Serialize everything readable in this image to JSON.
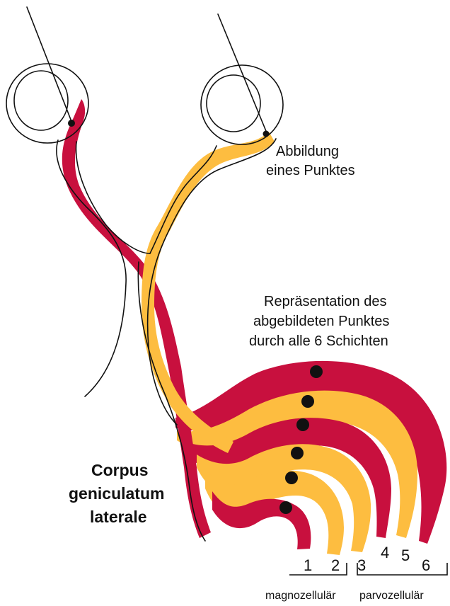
{
  "colors": {
    "red": "#c8103e",
    "yellow": "#fdbd40",
    "outline": "#111111",
    "background": "#ffffff"
  },
  "labels": {
    "point_image": [
      "Abbildung",
      "eines Punktes"
    ],
    "representation": [
      "Repräsentation des",
      "abgebildeten Punktes",
      "durch alle 6 Schichten"
    ],
    "structure_name": [
      "Corpus",
      "geniculatum",
      "laterale"
    ],
    "layer_numbers": [
      "1",
      "2",
      "3",
      "4",
      "5",
      "6"
    ],
    "magnocellular": "magnozellulär",
    "parvocellular": "parvozellulär"
  }
}
